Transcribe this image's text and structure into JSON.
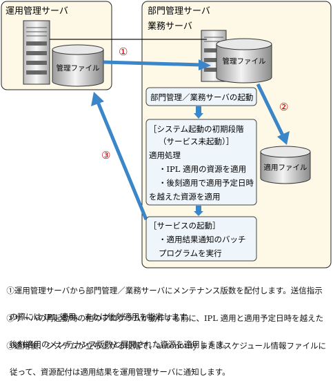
{
  "ops_server": {
    "title": "運用管理サーバ",
    "db_label": "管理ファイル"
  },
  "dept_server": {
    "title": "部門管理サーバ",
    "business_title": "業務サーバ",
    "db_label": "管理ファイル"
  },
  "apply_file": {
    "label": "適用ファイル"
  },
  "markers": [
    "①",
    "②",
    "③"
  ],
  "flow": {
    "start": "部門管理／業務サーバの起動",
    "phase": {
      "line1": "［システム起動の初期段階",
      "line2": "（サービス未起動）］",
      "heading": "適用処理",
      "bullet1": "・IPL 適用の資源を適用",
      "bullet2a": "・後刻適用で適用予定日時",
      "bullet2b": "を越えた資源を適用"
    },
    "service": {
      "line1": "［サービスの起動］",
      "line2": "・適用結果通知のバッチ",
      "line3": "プログラムを実行"
    }
  },
  "notes": [
    {
      "line1": "①運用管理サーバから部門管理／業務サーバにメンテナンス版数を配付します。送信指示",
      "line2": "の際には IPL 適用、または後刻適用を指定します。"
    },
    {
      "line1": "②サーバの再起動時の他のプログラムが動作する前に、IPL 適用と適用予定日時を越えた",
      "line2": "後刻適用のメンテナンス版数と展開された資源を適用します。"
    },
    {
      "line1": "③適用後、システムが立ち上がる段階で、autonotify またはスケジュール情報ファイルに",
      "line2": "従って、資源配付は適用結果を運用管理サーバに通知します。"
    }
  ],
  "colors": {
    "panel_fill": "#fdf9e6",
    "flow_fill": "#eef6fc",
    "arrow": "#3a86c8",
    "marker": "#cc0000"
  }
}
